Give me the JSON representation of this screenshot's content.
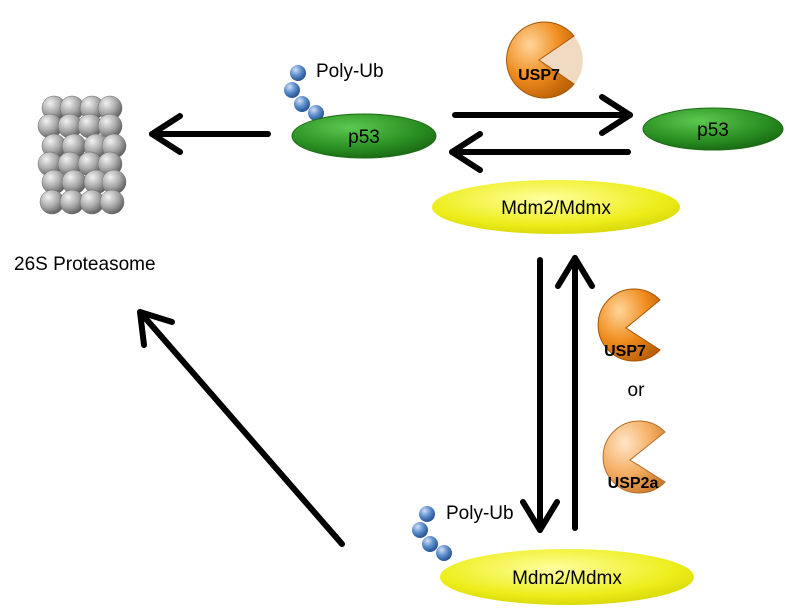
{
  "diagram": {
    "labels": {
      "proteasome": "26S Proteasome",
      "poly_ub_top": "Poly-Ub",
      "p53_ubiquitinated": "p53",
      "p53_free": "p53",
      "mdm2_top": "Mdm2/Mdmx",
      "mdm2_bottom": "Mdm2/Mdmx",
      "poly_ub_bottom": "Poly-Ub",
      "usp7_top": "USP7",
      "usp7_right": "USP7",
      "or": "or",
      "usp2a": "USP2a"
    },
    "colors": {
      "p53_green": "#2a8f22",
      "mdm2_yellow": "#e6e600",
      "usp7_orange": "#f08c1e",
      "usp2a_orange": "#f5ad62",
      "ubiquitin_blue": "#4a78b8",
      "proteasome_gray": "#9a9a9a",
      "arrow": "#000000"
    }
  }
}
